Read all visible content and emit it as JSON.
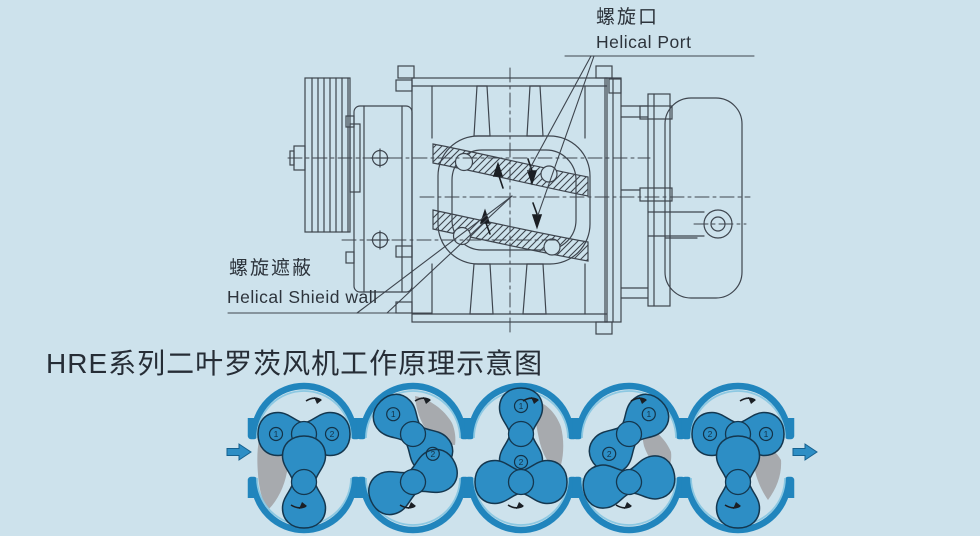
{
  "page": {
    "background": "#cde2ec"
  },
  "title": {
    "text": "HRE系列二叶罗茨风机工作原理示意图"
  },
  "cross_section": {
    "line_color": "#3e454e",
    "labels": {
      "helical_port": {
        "zh": "螺旋口",
        "en": "Helical Port"
      },
      "helical_shield": {
        "zh": "螺旋遮蔽",
        "en": "Helical Shieid wall"
      }
    }
  },
  "working_principle": {
    "rotor_color": "#2d8ec5",
    "casing_color": "#2185bd",
    "casing_highlight": "#8cc8e2",
    "trapped_air_color": "#a7aaae",
    "flow_arrow_color": "#2d8ec5",
    "flow_arrow_edge": "#16618f",
    "marker_color": "#133247",
    "stages": [
      {
        "name": "stage-1",
        "top_rotor_angle": 0,
        "bottom_rotor_angle": 90,
        "badge1": "1",
        "badge2": "2"
      },
      {
        "name": "stage-2",
        "top_rotor_angle": 45,
        "bottom_rotor_angle": 155,
        "badge1": "1",
        "badge2": "2"
      },
      {
        "name": "stage-3",
        "top_rotor_angle": 90,
        "bottom_rotor_angle": 180,
        "badge1": "1",
        "badge2": "2"
      },
      {
        "name": "stage-4",
        "top_rotor_angle": 135,
        "bottom_rotor_angle": 170,
        "badge1": "1",
        "badge2": "2"
      },
      {
        "name": "stage-5",
        "top_rotor_angle": 180,
        "bottom_rotor_angle": 270,
        "badge1": "1",
        "badge2": "2"
      }
    ]
  }
}
